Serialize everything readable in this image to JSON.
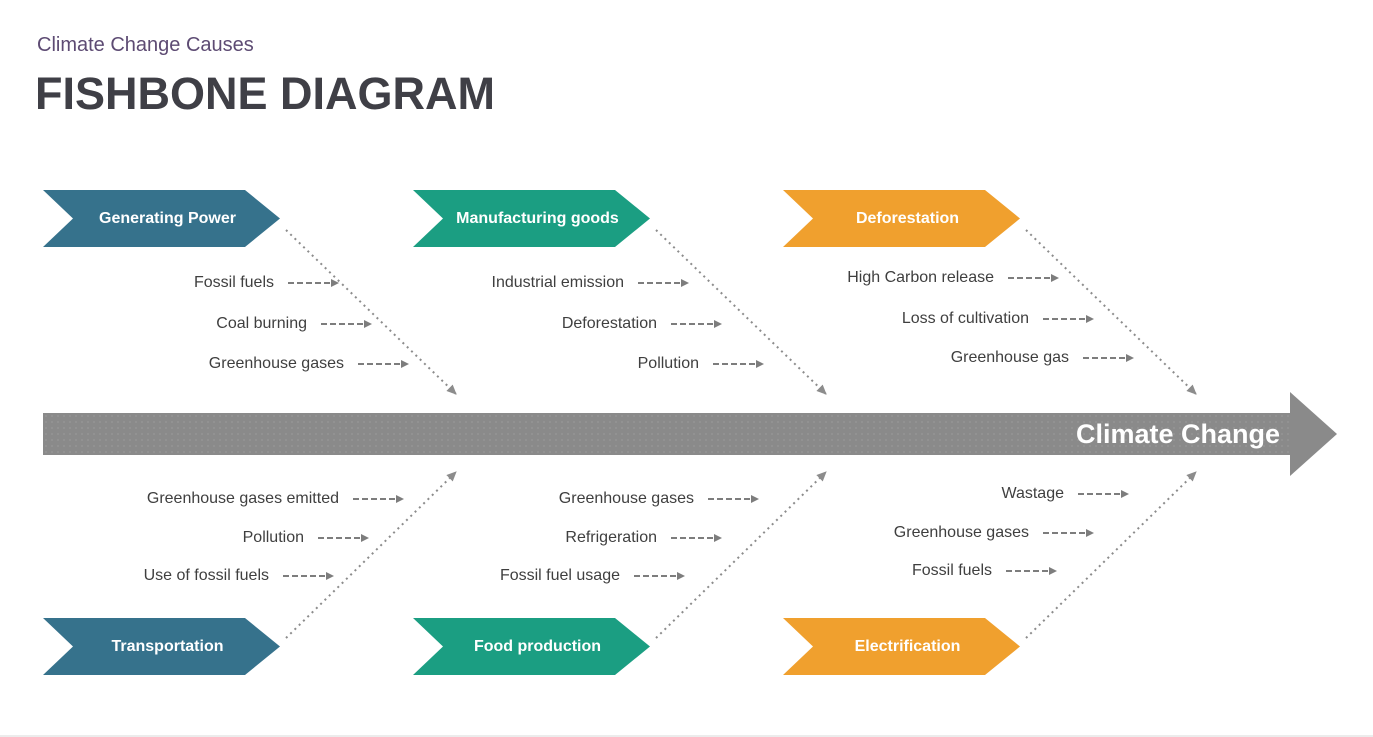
{
  "header": {
    "subtitle": "Climate Change Causes",
    "title": "FISHBONE DIAGRAM"
  },
  "spine": {
    "label": "Climate Change",
    "color": "#8a8a8a"
  },
  "colors": {
    "teal": "#36728c",
    "green": "#1b9e82",
    "orange": "#f0a02e",
    "spine_gray": "#8a8a8a",
    "subtitle_purple": "#5d4b73",
    "title_dark": "#3f3f46",
    "cause_text": "#3f3f3f",
    "connector_gray": "#8c8c8c"
  },
  "categories": [
    {
      "id": "generating-power",
      "label": "Generating Power",
      "color": "#36728c",
      "position": "top-left",
      "causes": [
        "Fossil fuels",
        "Coal burning",
        "Greenhouse gases"
      ]
    },
    {
      "id": "manufacturing-goods",
      "label": "Manufacturing goods",
      "color": "#1b9e82",
      "position": "top-center",
      "causes": [
        "Industrial emission",
        "Deforestation",
        "Pollution"
      ]
    },
    {
      "id": "deforestation",
      "label": "Deforestation",
      "color": "#f0a02e",
      "position": "top-right",
      "causes": [
        "High Carbon release",
        "Loss of cultivation",
        "Greenhouse gas"
      ]
    },
    {
      "id": "transportation",
      "label": "Transportation",
      "color": "#36728c",
      "position": "bottom-left",
      "causes": [
        "Greenhouse gases emitted",
        "Pollution",
        "Use of fossil fuels"
      ]
    },
    {
      "id": "food-production",
      "label": "Food production",
      "color": "#1b9e82",
      "position": "bottom-center",
      "causes": [
        "Greenhouse gases",
        "Refrigeration",
        "Fossil fuel usage"
      ]
    },
    {
      "id": "electrification",
      "label": "Electrification",
      "color": "#f0a02e",
      "position": "bottom-right",
      "causes": [
        "Wastage",
        "Greenhouse gases",
        "Fossil fuels"
      ]
    }
  ]
}
